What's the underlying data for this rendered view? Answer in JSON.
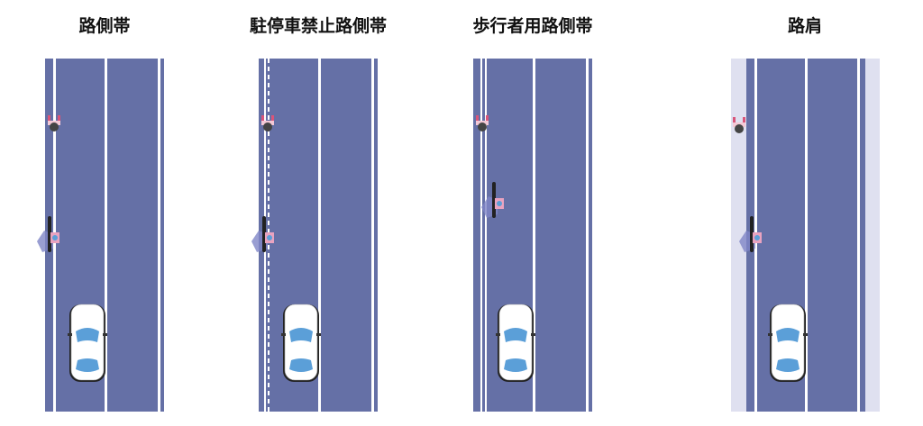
{
  "panels": [
    {
      "title": "路側帯"
    },
    {
      "title": "駐停車禁止路側帯"
    },
    {
      "title": "歩行者用路側帯"
    },
    {
      "title": "路肩"
    }
  ],
  "colors": {
    "road": "#6570a6",
    "shoulder": "#dfe0f0",
    "line": "#ffffff",
    "car_body": "#ffffff",
    "car_glass": "#5b9fd8",
    "pedestrian": "#d9557a"
  }
}
